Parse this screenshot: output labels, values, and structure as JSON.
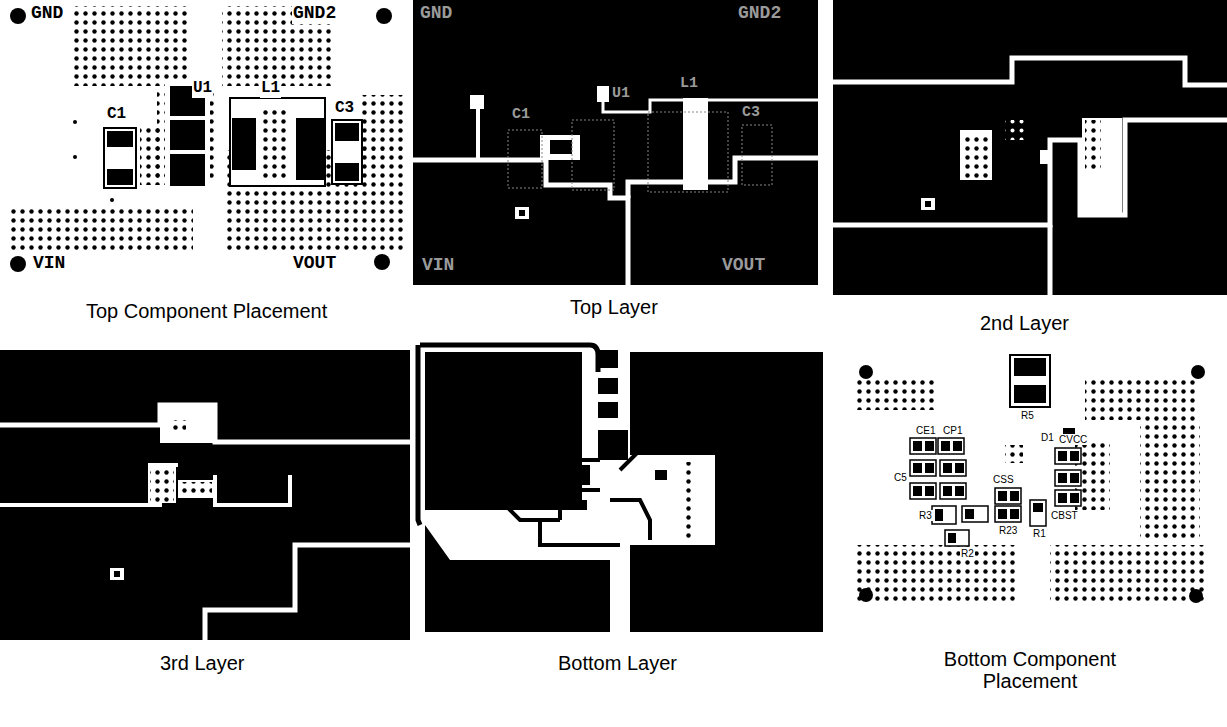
{
  "diagram": {
    "labels": [
      "GND",
      "GND2",
      "C1",
      "U1",
      "L1",
      "C3",
      "VIN",
      "VOUT",
      "GND",
      "GND2",
      "C1",
      "U1",
      "L1",
      "C3",
      "VIN",
      "VOUT",
      "Top Component Placement",
      "Top Layer",
      "2nd Layer",
      "3rd Layer",
      "Bottom Layer",
      "Bottom Component Placement",
      "R5",
      "CP1",
      "CE1",
      "D1",
      "CVCC",
      "C5",
      "R3",
      "R2",
      "R23",
      "CSS",
      "R1",
      "CBST"
    ]
  }
}
